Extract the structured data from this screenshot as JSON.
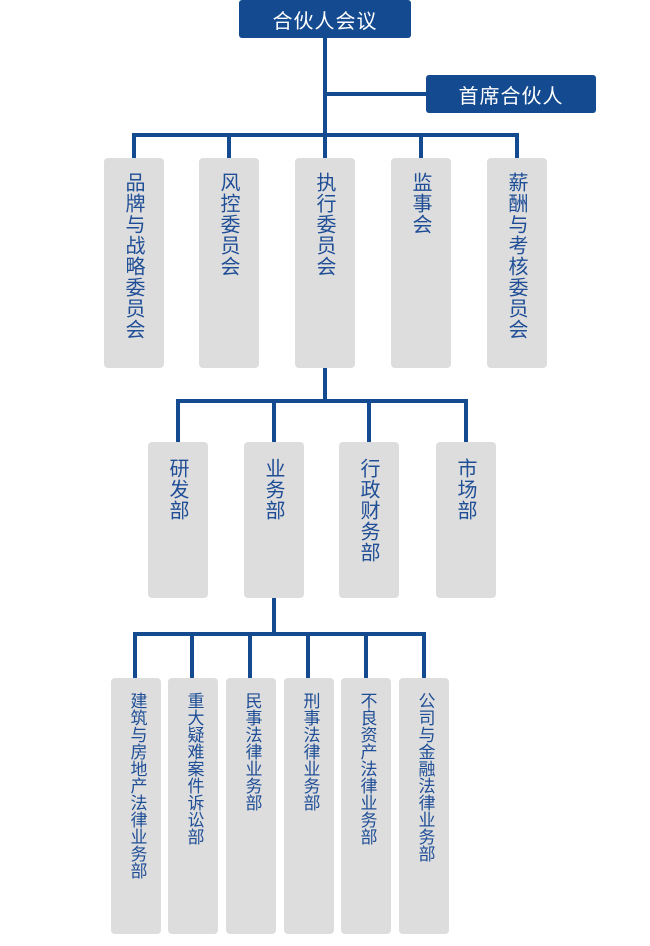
{
  "colors": {
    "line": "#134a90",
    "head_bg": "#134a90",
    "box_bg": "#dddddd",
    "box_text": "#1f4e96"
  },
  "top": {
    "label": "合伙人会议"
  },
  "chairman": {
    "label": "首席合伙人"
  },
  "committees": [
    "品牌与战略委员会",
    "风控委员会",
    "执行委员会",
    "监事会",
    "薪酬与考核委员会"
  ],
  "departments": [
    "研发部",
    "业务部",
    "行政财务部",
    "市场部"
  ],
  "practice_groups": [
    "建筑与房地产法律业务部",
    "重大疑难案件诉讼部",
    "民事法律业务部",
    "刑事法律业务部",
    "不良资产法律业务部",
    "公司与金融法律业务部"
  ]
}
